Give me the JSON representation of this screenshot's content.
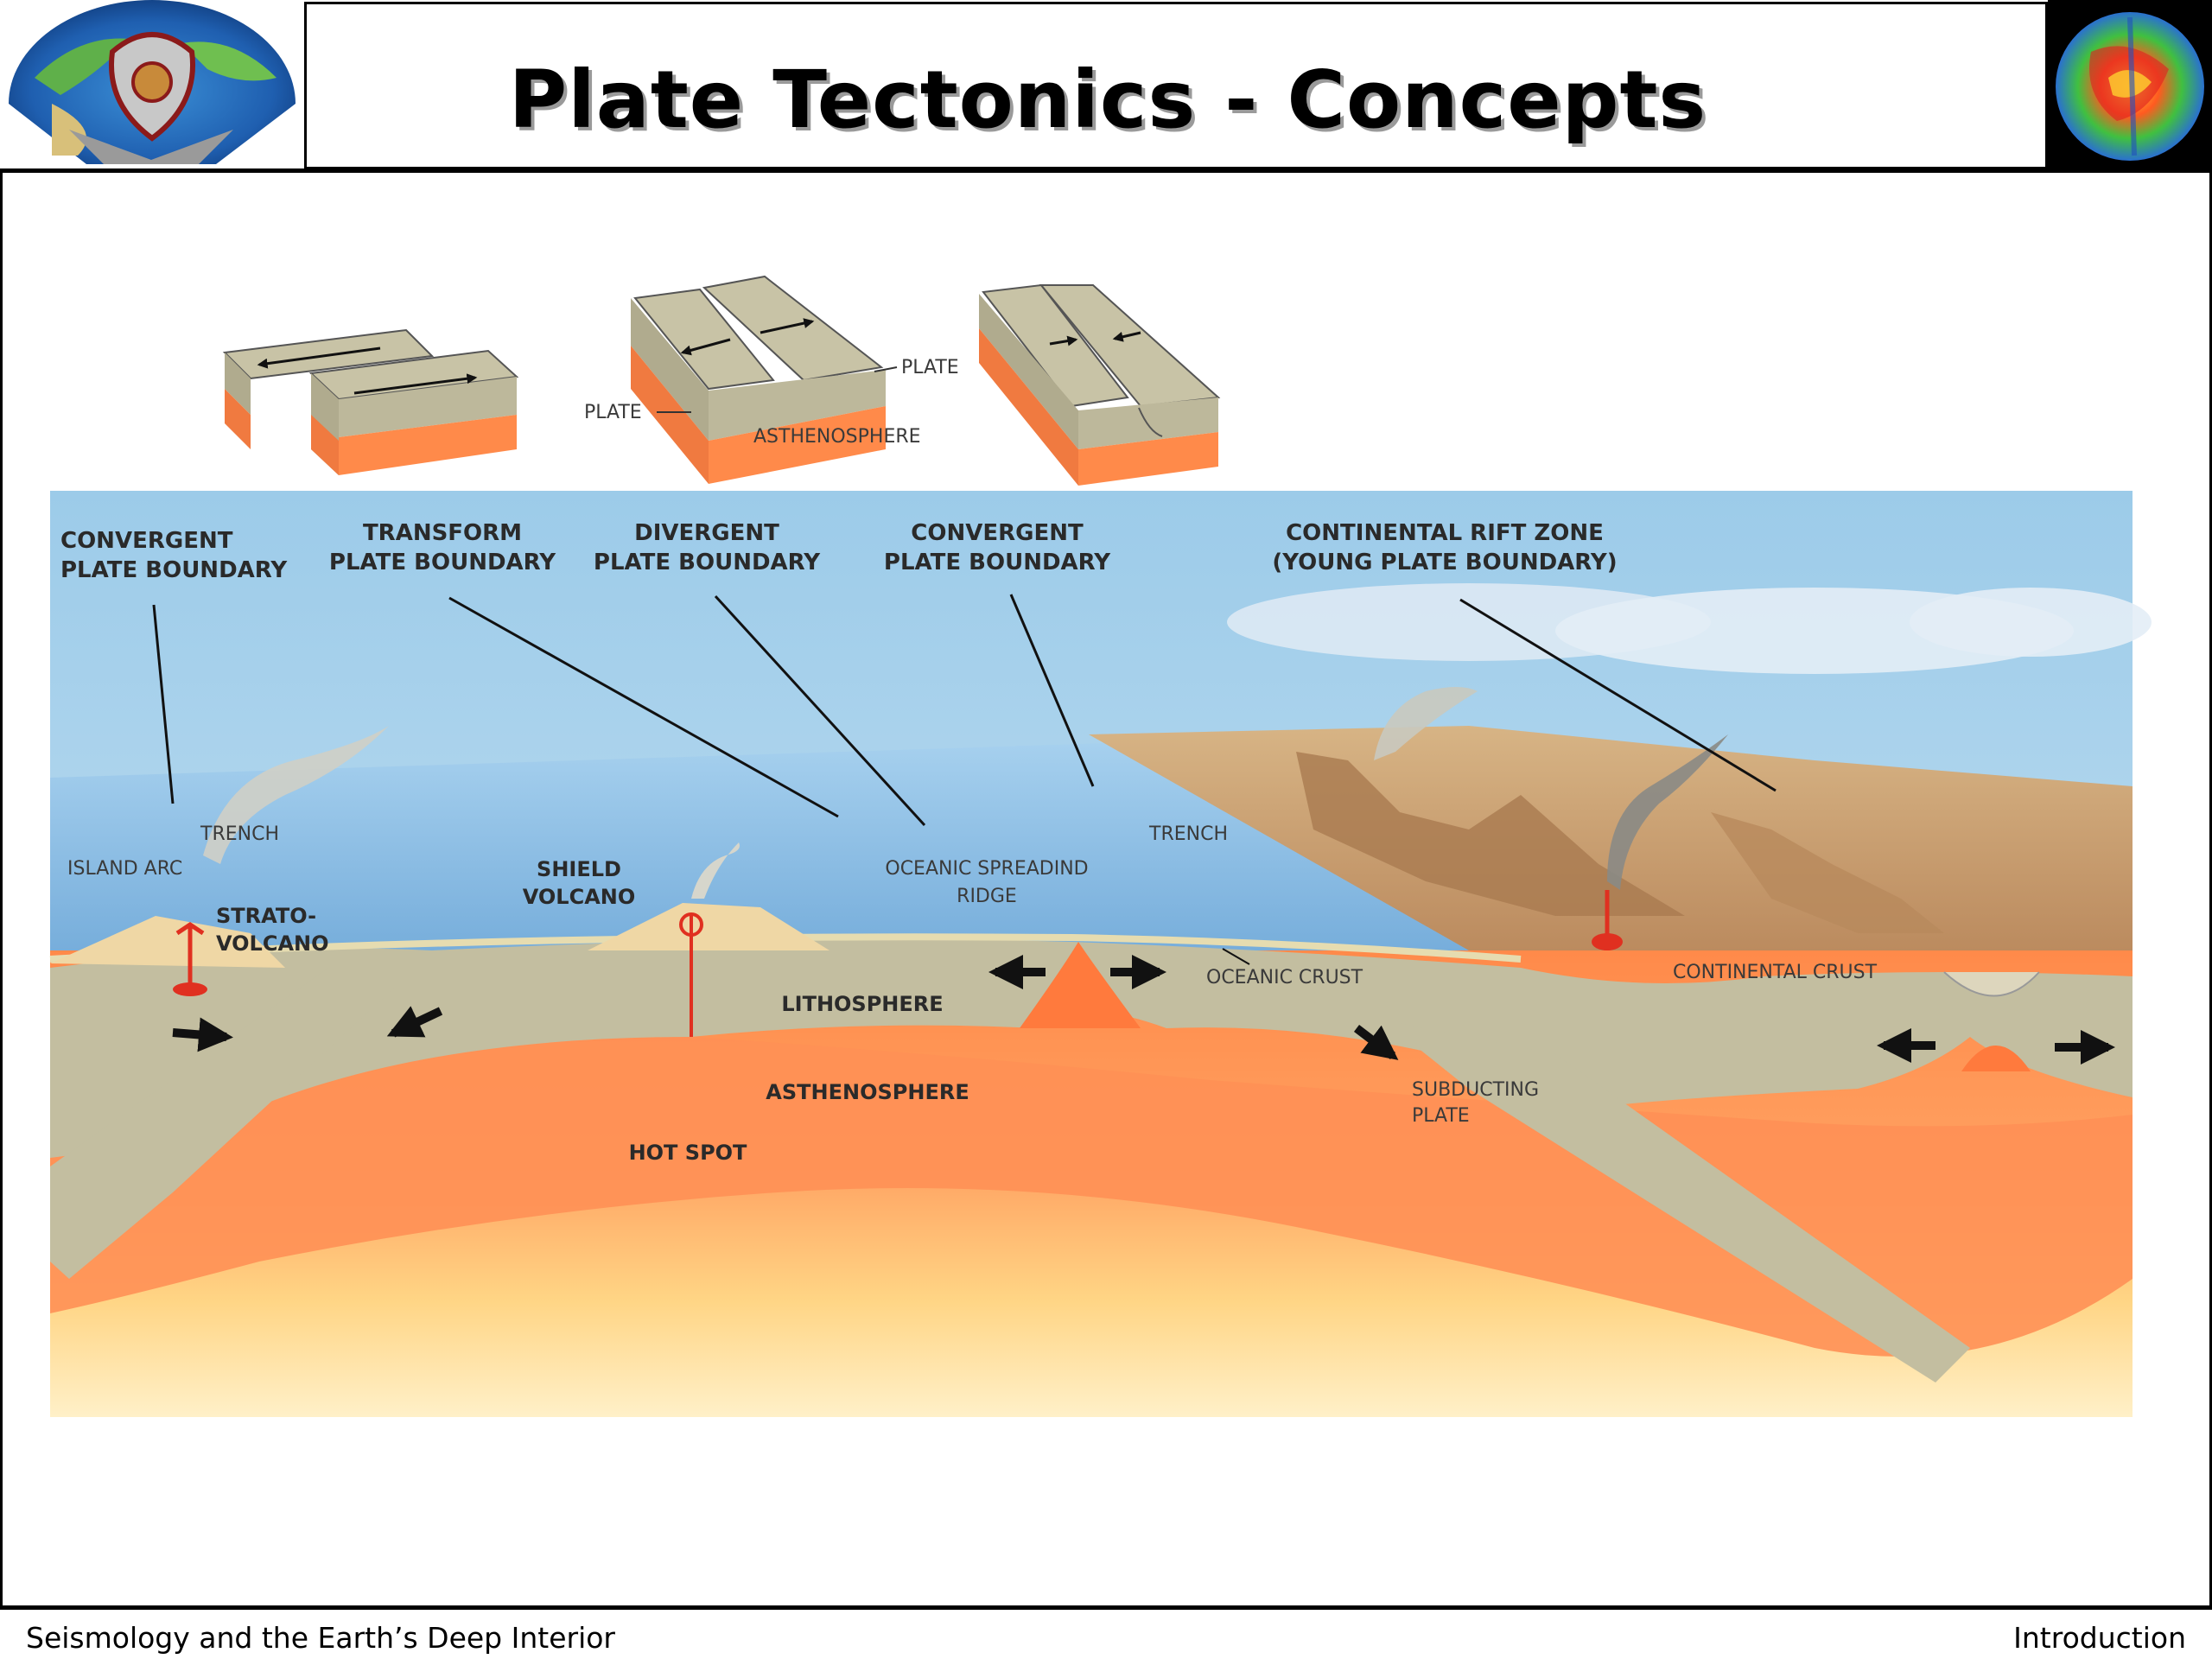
{
  "slide": {
    "title": "Plate Tectonics - Concepts",
    "footer_left": "Seismology and the Earth’s Deep Interior",
    "footer_right": "Introduction"
  },
  "icons": {
    "left_logo": "globe-crest-logo",
    "right_logo": "tomography-globe-logo"
  },
  "block_diagrams": {
    "divergent_plate_left": "PLATE",
    "divergent_plate_right": "PLATE",
    "divergent_asthenosphere": "ASTHENOSPHERE"
  },
  "cross_section": {
    "headers": {
      "convergent_1": [
        "CONVERGENT",
        "PLATE BOUNDARY"
      ],
      "transform": [
        "TRANSFORM",
        "PLATE BOUNDARY"
      ],
      "divergent": [
        "DIVERGENT",
        "PLATE BOUNDARY"
      ],
      "convergent_2": [
        "CONVERGENT",
        "PLATE BOUNDARY"
      ],
      "rift": [
        "CONTINENTAL RIFT ZONE",
        "(YOUNG PLATE BOUNDARY)"
      ]
    },
    "labels": {
      "trench_left": "TRENCH",
      "island_arc": "ISLAND ARC",
      "strato": [
        "STRATO-",
        "VOLCANO"
      ],
      "shield": [
        "SHIELD",
        "VOLCANO"
      ],
      "ridge": [
        "OCEANIC SPREADIND",
        "RIDGE"
      ],
      "trench_right": "TRENCH",
      "oceanic_crust": "OCEANIC CRUST",
      "continental_crust": "CONTINENTAL CRUST",
      "lithosphere": "LITHOSPHERE",
      "asthenosphere": "ASTHENOSPHERE",
      "hot_spot": "HOT SPOT",
      "subducting": [
        "SUBDUCTING",
        "PLATE"
      ]
    }
  },
  "colors": {
    "sky": "#a9d0ea",
    "ocean": "#8ec0e4",
    "lithosphere": "#c3bea0",
    "asthenosphere": "#ff8c4d",
    "mantle_light": "#ffd98a",
    "land": "#c9a070",
    "magma": "#e03020"
  }
}
